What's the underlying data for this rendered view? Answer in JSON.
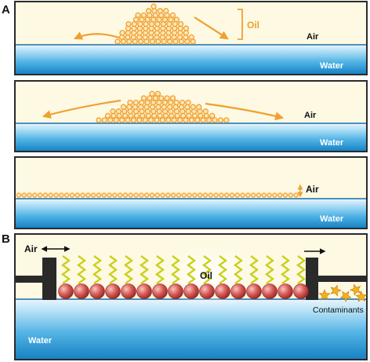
{
  "panel_a": {
    "label": "A",
    "step1": {
      "oil_label": "Oil",
      "air_label": "Air",
      "water_label": "Water"
    },
    "step2": {
      "air_label": "Air",
      "water_label": "Water"
    },
    "step3": {
      "air_label": "Air",
      "water_label": "Water"
    }
  },
  "panel_b": {
    "label": "B",
    "air_label": "Air",
    "oil_label": "Oil",
    "water_label": "Water",
    "contaminants_label": "Contaminants"
  },
  "colors": {
    "oil": "#f0a030",
    "oil_fill": "#fde7b8",
    "air_bg": "#fdf9e3",
    "water_top": "#cfe9f8",
    "water_mid": "#6fc2ea",
    "water_deep": "#1a8ac9",
    "head_group": "#c83c3c",
    "tail": "#c7d21a",
    "contaminant": "#f6b21a",
    "barrier": "#2a2a2a"
  }
}
